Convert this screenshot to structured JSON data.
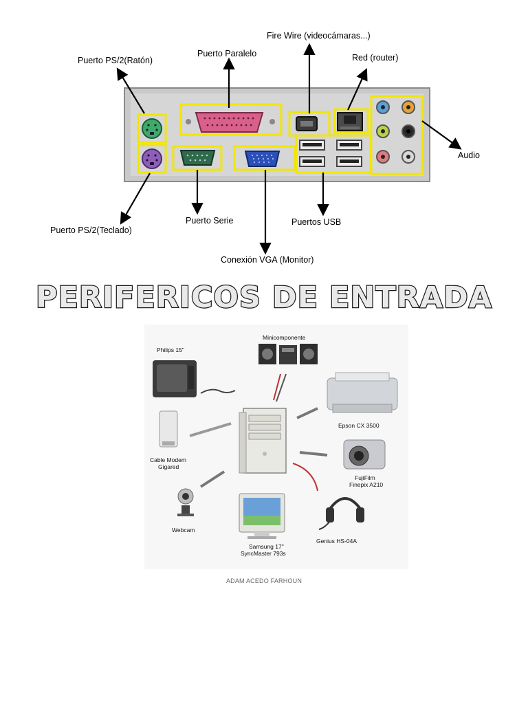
{
  "ports": {
    "ps2_mouse": "Puerto PS/2(Ratón)",
    "parallel": "Puerto Paralelo",
    "firewire": "Fire Wire (videocámaras...)",
    "network": "Red (router)",
    "audio": "Audio",
    "ps2_keyboard": "Puerto PS/2(Teclado)",
    "serial": "Puerto Serie",
    "usb": "Puertos USB",
    "vga": "Conexión VGA (Monitor)"
  },
  "title": "PERIFERICOS DE ENTRADA",
  "devices": {
    "tv": "Philips 15\"",
    "stereo": "Minicomponente",
    "printer": "Epson CX 3500",
    "modem_line1": "Cable Modem",
    "modem_line2": "Gigared",
    "camera_line1": "FujiFilm",
    "camera_line2": "Finepix A210",
    "webcam": "Webcam",
    "monitor_line1": "Samsung 17\"",
    "monitor_line2": "SyncMaster 793s",
    "headset": "Genius HS-04A"
  },
  "author": "ADAM ACEDO FARHOUN",
  "colors": {
    "highlight": "#f2e600",
    "panel": "#c7c7c7",
    "ps2_mouse": "#3faa6a",
    "ps2_keyboard": "#8e5fb8",
    "parallel": "#d9608a",
    "serial": "#2f6b4a",
    "vga": "#2b4fb8"
  }
}
